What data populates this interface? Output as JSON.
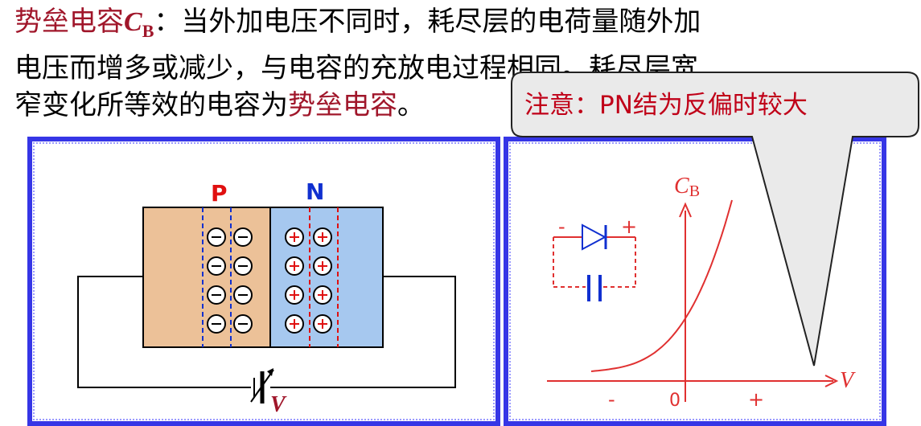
{
  "paragraph": {
    "term": "势垒电容",
    "symbol_main": "C",
    "symbol_sub": "B",
    "line1_rest": "：当外加电压不同时，耗尽层的电荷量随外加",
    "line2": "电压而增多或减少，与电容的充放电过程相同。耗尽层宽",
    "line3_start": "窄变化所等效的电容为",
    "line3_term": "势垒电容",
    "line3_end": "。"
  },
  "callout": {
    "text": "注意：PN结为反偏时较大"
  },
  "pn_diagram": {
    "p_label": "P",
    "n_label": "N",
    "negative_ion_symbol": "⊖",
    "positive_ion_symbol": "⊕",
    "ion_rows": 4,
    "voltage_label": "V",
    "colors": {
      "p_region": "#ecc198",
      "n_region": "#a6c8ef",
      "p_text": "#e01010",
      "n_text": "#1030d0"
    }
  },
  "cv_graph": {
    "y_axis_label_main": "C",
    "y_axis_label_sub": "B",
    "x_axis_label": "V",
    "minus_label": "-",
    "origin_label": "0",
    "plus_label": "+",
    "diode_minus": "-",
    "diode_plus": "+",
    "curve_color": "#e03030"
  }
}
